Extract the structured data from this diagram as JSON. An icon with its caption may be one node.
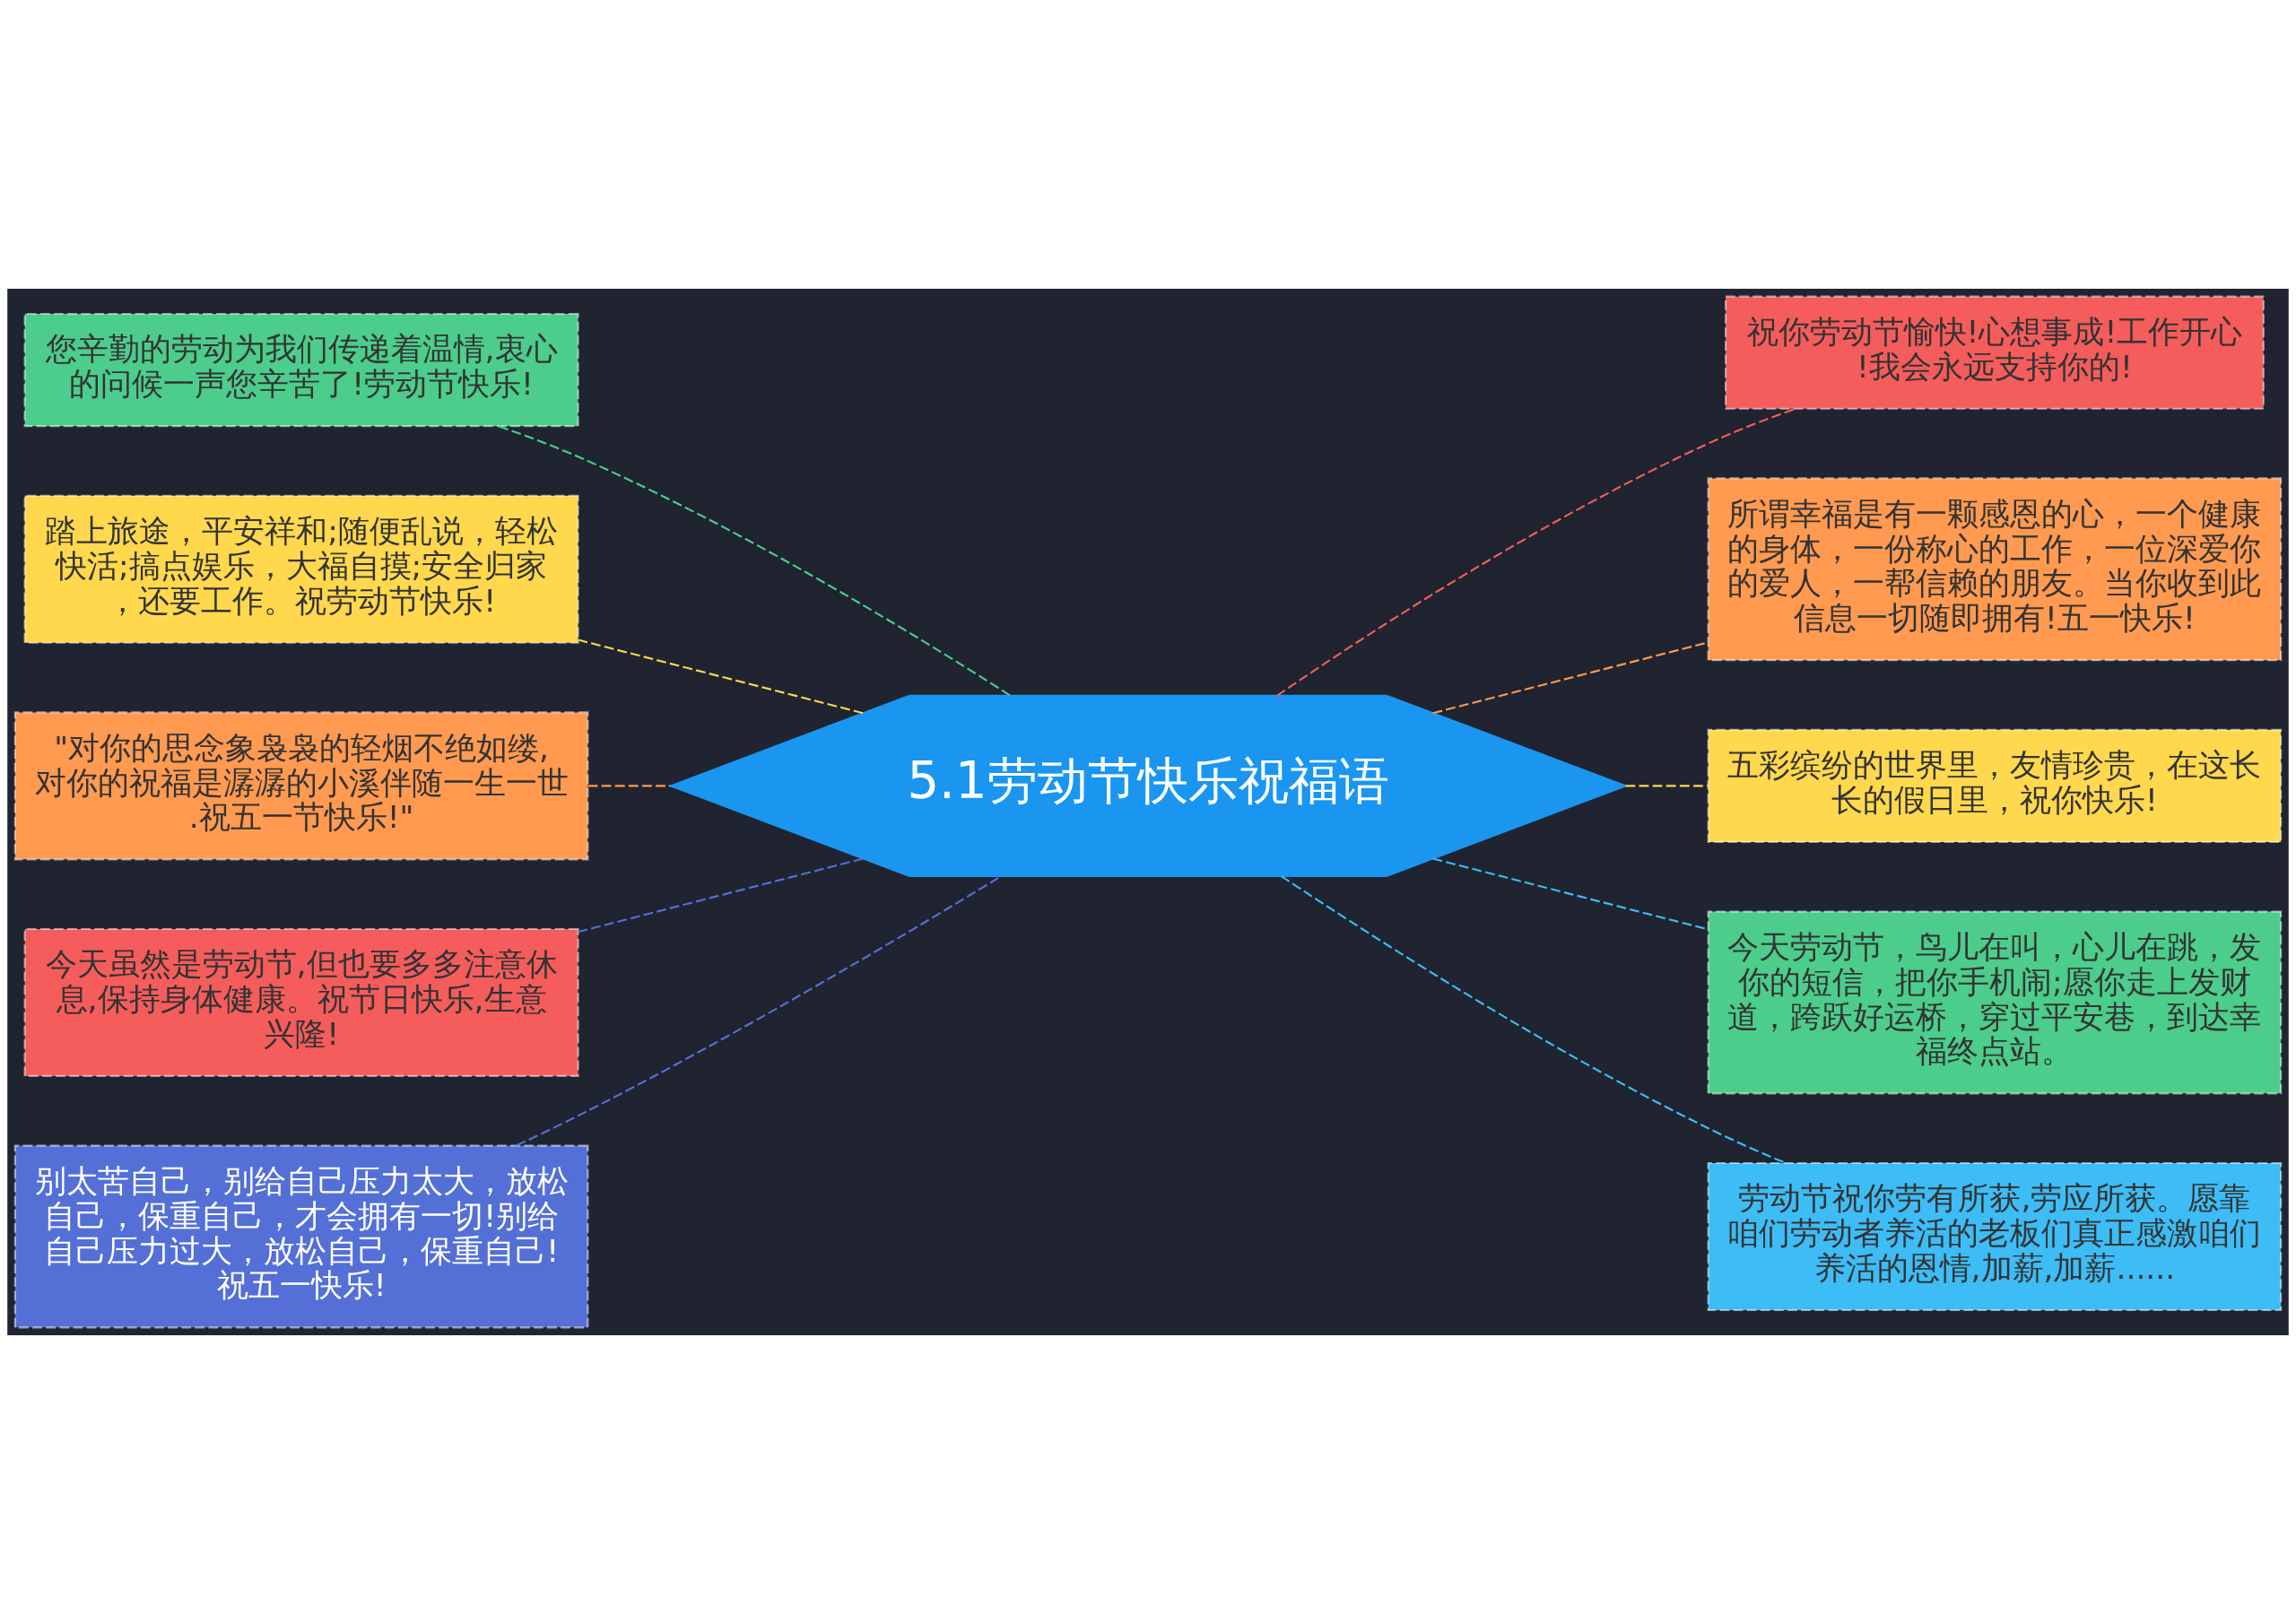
{
  "diagram": {
    "nodes": [
      {
        "text": [
          "5.1劳动节快乐祝福语"
        ]
      },
      {
        "text": [
          "您辛勤的劳动为我们传递着温情,衷心的问候一声您辛苦了!劳动节快乐!"
        ]
      },
      {
        "text": [
          "踏上旅途，平安祥和;随便乱说，轻松快活;搞点娱乐，大福自摸;安全归家，还要工作。祝劳动节快乐!"
        ]
      },
      {
        "text": [
          "\"对你的思念象袅袅的轻烟不绝如缕,对你的祝福是潺潺的小溪伴随一生一世.祝五一节快乐!\""
        ]
      },
      {
        "text": [
          "今天虽然是劳动节,但也要多多注意休息,保持身体健康。祝节日快乐,生意兴隆!"
        ]
      },
      {
        "text": [
          "别太苦自己，别给自己压力太大，放松自己，保重自己，才会拥有一切!别给自己压力过大，放松自己，保重自己!祝五一快乐!"
        ]
      },
      {
        "text": [
          "祝你劳动节愉快!心想事成!工作开心!我会永远支持你的!"
        ]
      },
      {
        "text": [
          "所谓幸福是有一颗感恩的心，一个健康的身体，一份称心的工作，一位深爱你的爱人，一帮信赖的朋友。当你收到此信息一切随即拥有!五一快乐!"
        ]
      },
      {
        "text": [
          "五彩缤纷的世界里，友情珍贵，在这长长的假日里，祝你快乐!"
        ]
      },
      {
        "text": [
          "今天劳动节，鸟儿在叫，心儿在跳，发你的短信，把你手机闹;愿你走上发财道，跨跃好运桥，穿过平安巷，到达幸福终点站。"
        ]
      },
      {
        "text": [
          "劳动节祝你劳有所获,劳应所获。愿靠咱们劳动者养活的老板们真正感激咱们养活的恩情,加薪,加薪......"
        ]
      }
    ],
    "edges": [
      {
        "from": 1,
        "to": 0,
        "arrow": "none",
        "style": "dashed",
        "color": "#4ccd8b"
      },
      {
        "from": 2,
        "to": 0,
        "arrow": "none",
        "style": "dashed",
        "color": "#ffd84d"
      },
      {
        "from": 3,
        "to": 0,
        "arrow": "none",
        "style": "dashed",
        "color": "#ff9a50"
      },
      {
        "from": 4,
        "to": 0,
        "arrow": "none",
        "style": "dashed",
        "color": "#5470d6"
      },
      {
        "from": 5,
        "to": 0,
        "arrow": "none",
        "style": "dashed",
        "color": "#5470d6"
      },
      {
        "from": 0,
        "to": 6,
        "arrow": "none",
        "style": "dashed",
        "color": "#f55c5c"
      },
      {
        "from": 0,
        "to": 7,
        "arrow": "none",
        "style": "dashed",
        "color": "#ff9a50"
      },
      {
        "from": 0,
        "to": 8,
        "arrow": "none",
        "style": "dashed",
        "color": "#ffd84d"
      },
      {
        "from": 0,
        "to": 9,
        "arrow": "none",
        "style": "dashed",
        "color": "#3dbcf5"
      },
      {
        "from": 0,
        "to": 10,
        "arrow": "none",
        "style": "dashed",
        "color": "#3dbcf5"
      }
    ]
  }
}
